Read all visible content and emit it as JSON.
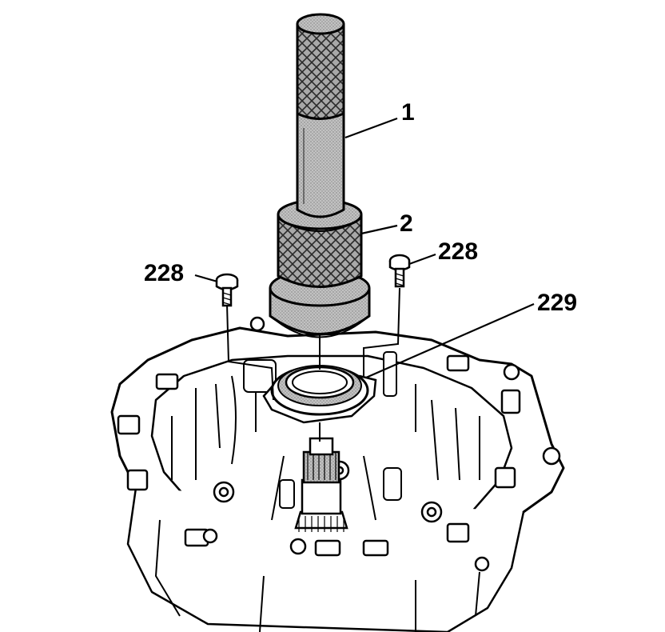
{
  "callouts": {
    "tool_handle": "1",
    "tool_installer": "2",
    "bolt_right": "228",
    "bolt_left": "228",
    "seal": "229"
  },
  "colors": {
    "ink": "#000000",
    "paper": "#ffffff",
    "tool_shade": "#b5b5b5",
    "knurl_shade": "#9a9a9a",
    "hatch": "#6e6e6e"
  }
}
